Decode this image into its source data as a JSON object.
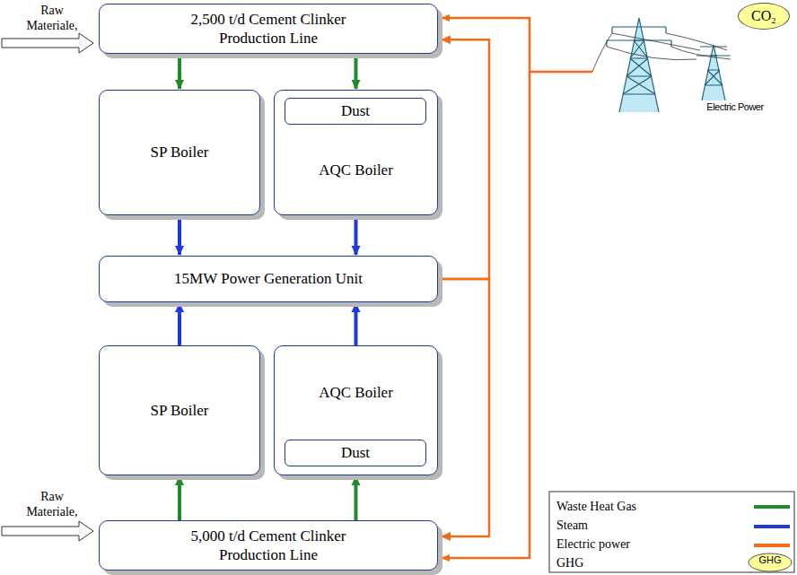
{
  "diagram": {
    "nodes": [
      {
        "text": [
          "2,500 t/d Cement Clinker Production Line"
        ]
      },
      {
        "text": [
          "SP Boiler"
        ]
      },
      {
        "text": [
          "AQC Boiler"
        ]
      },
      {
        "text": [
          "Dust"
        ],
        "in": 2
      },
      {
        "text": [
          "15MW Power Generation Unit"
        ]
      },
      {
        "text": [
          "SP Boiler"
        ]
      },
      {
        "text": [
          "AQC Boiler"
        ]
      },
      {
        "text": [
          "Dust"
        ],
        "in": 6
      },
      {
        "text": [
          "5,000 t/d Cement Clinker Production Line"
        ]
      },
      {
        "text": [
          "CO₂"
        ]
      }
    ],
    "edges": [
      {
        "from": 0,
        "to": 1,
        "arrow": "to"
      },
      {
        "from": 0,
        "to": 2,
        "arrow": "to"
      },
      {
        "from": 1,
        "to": 4,
        "arrow": "to"
      },
      {
        "from": 2,
        "to": 4,
        "arrow": "to"
      },
      {
        "from": 5,
        "to": 4,
        "arrow": "to"
      },
      {
        "from": 6,
        "to": 4,
        "arrow": "to"
      },
      {
        "from": 8,
        "to": 5,
        "arrow": "to"
      },
      {
        "from": 8,
        "to": 6,
        "arrow": "to"
      },
      {
        "from": 4,
        "to": 0,
        "arrow": "to"
      },
      {
        "from": 4,
        "to": 8,
        "arrow": "to"
      }
    ],
    "labels": [
      "Raw Materiale,",
      "Raw Materiale,",
      "Electric Power",
      "GHG"
    ],
    "legend": [
      {
        "text": "Waste Heat Gas"
      },
      {
        "text": "Steam"
      },
      {
        "text": "Electric power"
      },
      {
        "text": "GHG"
      }
    ]
  }
}
